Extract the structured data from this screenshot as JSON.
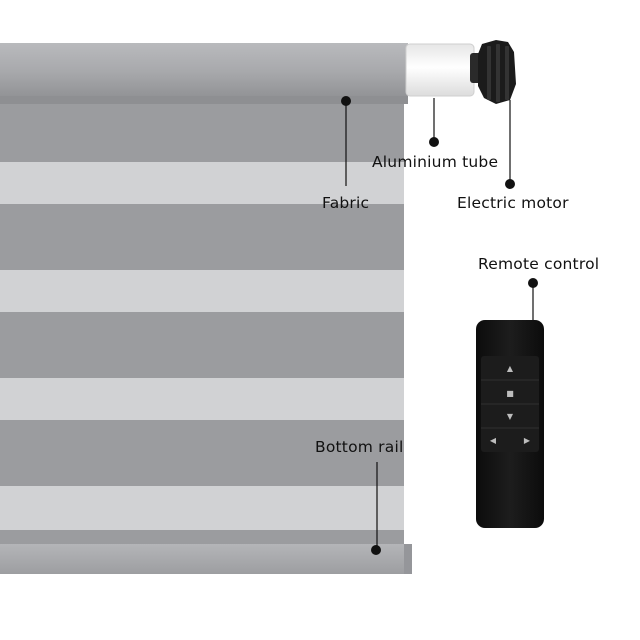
{
  "labels": {
    "aluminium_tube": "Aluminium tube",
    "fabric": "Fabric",
    "electric_motor": "Electric motor",
    "remote_control": "Remote control",
    "bottom_rail": "Bottom rail"
  },
  "remote": {
    "buttons": {
      "up": "▲",
      "stop": "■",
      "down": "▼",
      "left": "◀",
      "right": "▶"
    }
  },
  "colors": {
    "cassette": "#a7a8ab",
    "dark_band": "#9b9c9f",
    "light_band": "#d1d2d4",
    "bottom_rail": "#a9aaad",
    "tube": "#f4f4f4",
    "motor": "#1b1b1b",
    "remote_body": "#141414",
    "leader": "#111111"
  }
}
